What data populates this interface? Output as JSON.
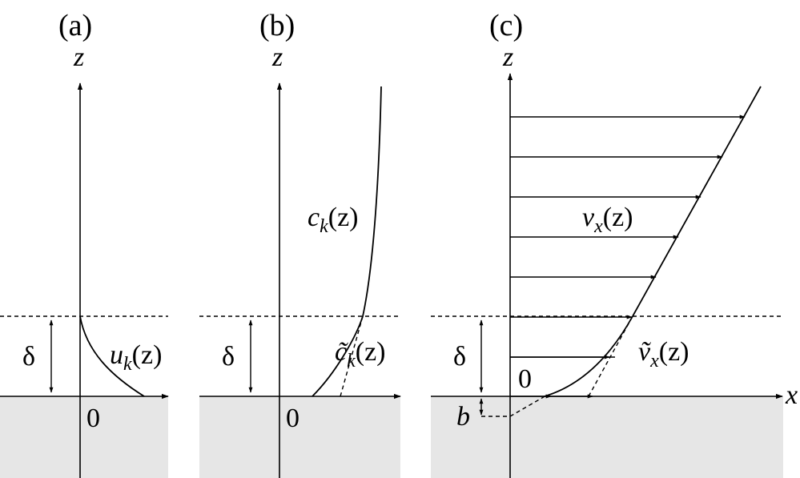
{
  "panels": {
    "a": {
      "label": "(a)",
      "z_axis": "z",
      "delta": "δ",
      "origin": "0",
      "curve_label_main": "u",
      "curve_label_sub": "k",
      "curve_label_arg": "(z)"
    },
    "b": {
      "label": "(b)",
      "z_axis": "z",
      "delta": "δ",
      "origin": "0",
      "curve_label_main": "c",
      "curve_label_sub": "k",
      "curve_label_arg": "(z)",
      "tilde_label_main": "c̃",
      "tilde_label_sub": "k",
      "tilde_label_arg": "(z)"
    },
    "c": {
      "label": "(c)",
      "z_axis": "z",
      "x_axis": "x",
      "delta": "δ",
      "origin": "0",
      "slip": "b",
      "curve_label_main": "v",
      "curve_label_sub": "x",
      "curve_label_arg": "(z)",
      "tilde_label_main": "ṽ",
      "tilde_label_sub": "x",
      "tilde_label_arg": "(z)"
    }
  }
}
